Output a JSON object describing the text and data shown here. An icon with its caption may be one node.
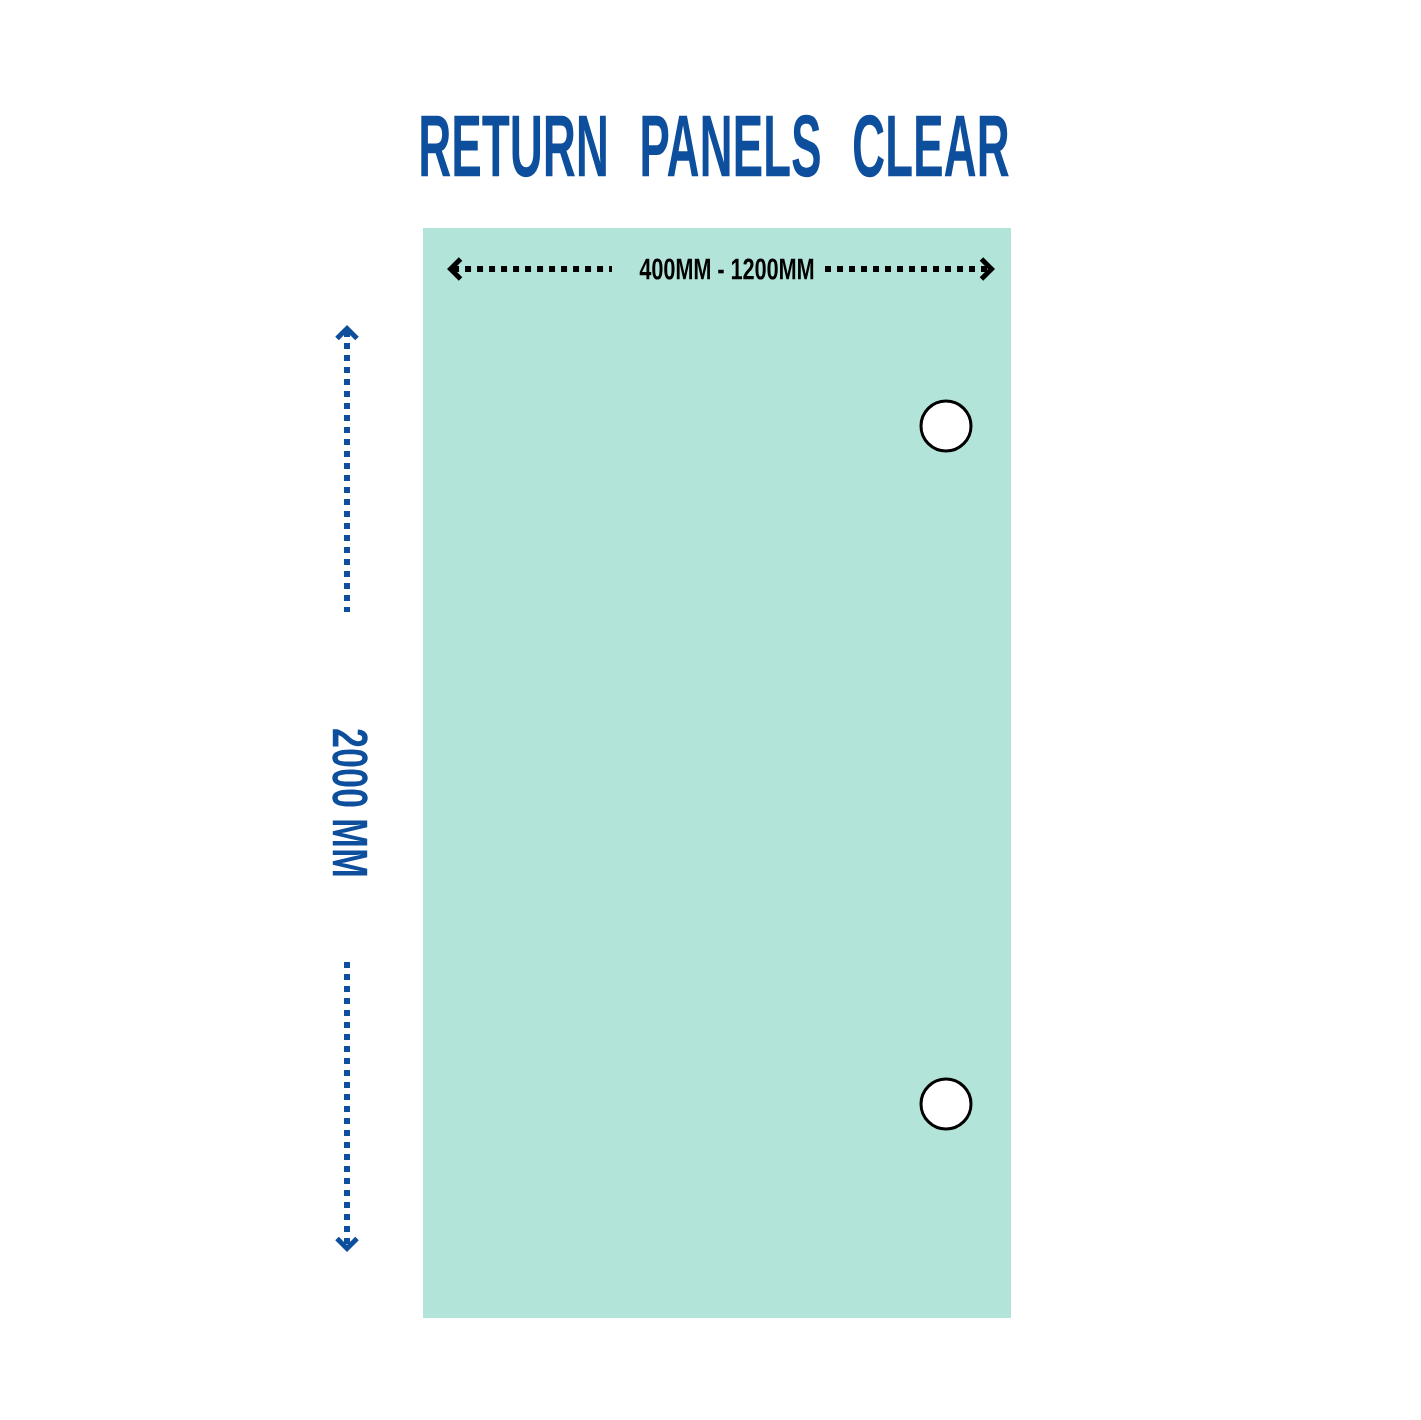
{
  "diagram": {
    "title": "RETURN PANELS CLEAR",
    "labels": [
      "400MM - 1200MM",
      "2000 MM"
    ]
  }
}
